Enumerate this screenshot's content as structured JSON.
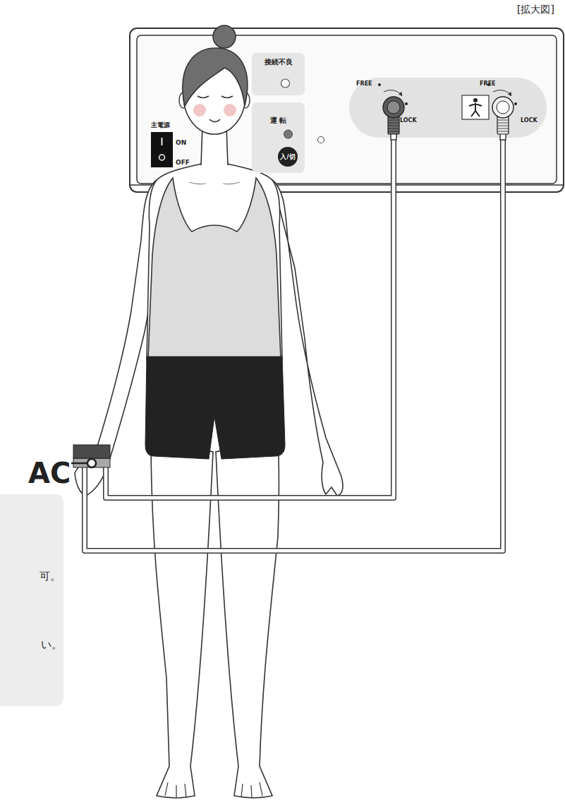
{
  "diagram": {
    "nodes": [
      {
        "text": [
          "接続不良"
        ]
      },
      {
        "text": [
          "運 転",
          "入/切"
        ]
      },
      {
        "text": [
          "FREE",
          "LOCK",
          "FREE",
          "LOCK"
        ]
      },
      {
        "text": [
          "AC"
        ]
      },
      {
        "text": [
          "可。",
          "い。"
        ]
      }
    ],
    "edges": [
      {
        "from": 2,
        "to": 3,
        "arrow": "none"
      },
      {
        "from": 2,
        "to": 3,
        "arrow": "none"
      }
    ],
    "labels": [
      "[拡大図]",
      "主電源",
      "ON",
      "OFF"
    ]
  }
}
